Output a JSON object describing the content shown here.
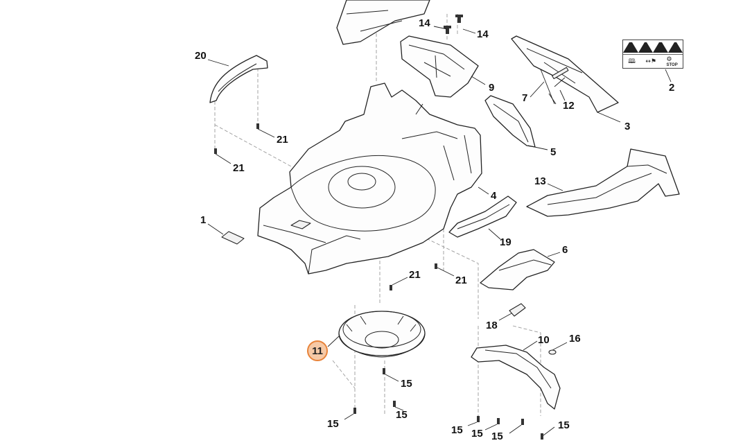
{
  "diagram": {
    "highlighted_part": "11",
    "labels": [
      "14",
      "14",
      "20",
      "9",
      "7",
      "12",
      "2",
      "3",
      "21",
      "5",
      "21",
      "4",
      "13",
      "1",
      "19",
      "6",
      "21",
      "21",
      "18",
      "10",
      "16",
      "15",
      "15",
      "15",
      "15",
      "15",
      "15",
      "15"
    ],
    "sticker_stop_text": "STOP"
  },
  "icons": [
    "warning-sticker-icon",
    "manual-book-icon",
    "person-distance-icon",
    "stop-sign-icon"
  ]
}
